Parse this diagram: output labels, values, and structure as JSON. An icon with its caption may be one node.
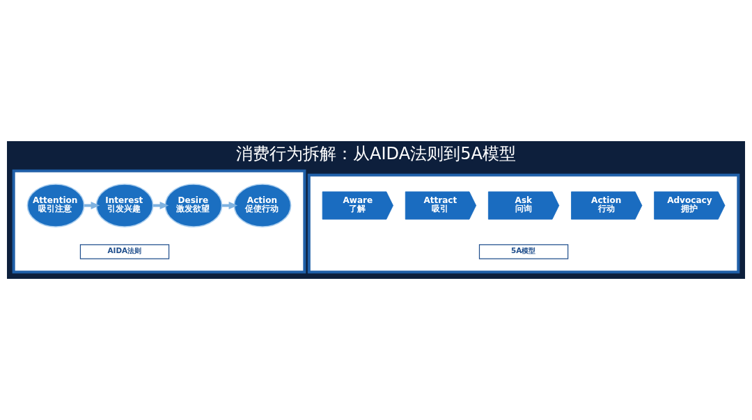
{
  "diagram": {
    "title": "消费行为拆解：从AIDA法则到5A模型",
    "nodes": [
      {
        "text": [],
        "shape": "box"
      },
      {
        "text": [
          "Attention",
          "吸引注意"
        ],
        "in": 0
      },
      {
        "text": [
          "Interest",
          "引发兴趣"
        ],
        "in": 0
      },
      {
        "text": [
          "Desire",
          "激发欲望"
        ],
        "in": 0
      },
      {
        "text": [
          "Action",
          "促使行动"
        ],
        "in": 0
      },
      {
        "text": [
          "AIDA法则"
        ],
        "in": 0
      },
      {
        "text": [],
        "shape": "box"
      },
      {
        "text": [
          "Aware",
          "了解"
        ],
        "in": 6
      },
      {
        "text": [
          "Attract",
          "吸引"
        ],
        "in": 6
      },
      {
        "text": [
          "Ask",
          "问询"
        ],
        "in": 6
      },
      {
        "text": [
          "Action",
          "行动"
        ],
        "in": 6
      },
      {
        "text": [
          "Advocacy",
          "拥护"
        ],
        "in": 6
      },
      {
        "text": [
          "5A模型"
        ],
        "in": 6
      }
    ],
    "edges": [
      {
        "from": 1,
        "to": 2,
        "arrow": "to"
      },
      {
        "from": 2,
        "to": 3,
        "arrow": "to"
      },
      {
        "from": 3,
        "to": 4,
        "arrow": "to"
      }
    ]
  }
}
